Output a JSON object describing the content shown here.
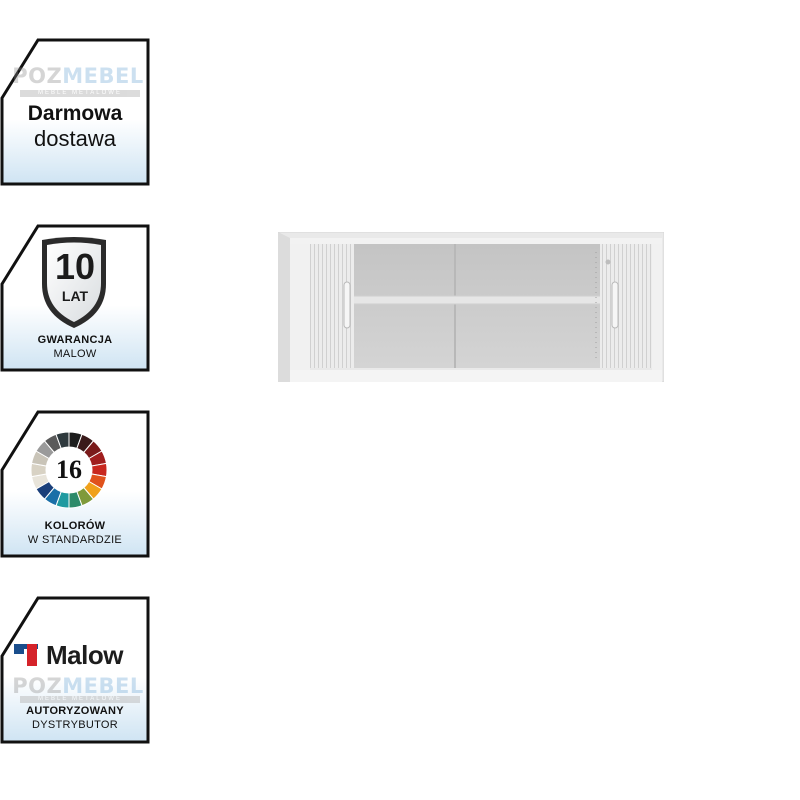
{
  "badges": {
    "delivery": {
      "watermark_a": "POZ",
      "watermark_b": "MEBEL",
      "watermark_sub": "MEBLE METALOWE",
      "line1": "Darmowa",
      "line2": "dostawa"
    },
    "warranty": {
      "number": "10",
      "unit": "LAT",
      "line1": "GWARANCJA",
      "line2": "MALOW"
    },
    "colors": {
      "number": "16",
      "line1": "KOLORÓW",
      "line2": "W STANDARDZIE",
      "palette": [
        "#1d1d1d",
        "#3a1a1a",
        "#7a1a1a",
        "#a01e1e",
        "#c8271e",
        "#e0521c",
        "#f0a11a",
        "#7f9a3a",
        "#2e8b6a",
        "#1f9aa0",
        "#1a6fa8",
        "#1a3f7a",
        "#e8e4da",
        "#d8d2c4",
        "#c9c4b8",
        "#9a9a9a",
        "#5a5a5a",
        "#2f3a3e"
      ]
    },
    "distributor": {
      "brand": "Malow",
      "watermark_a": "POZ",
      "watermark_b": "MEBEL",
      "watermark_sub": "MEBLE METALOWE",
      "line1": "AUTORYZOWANY",
      "line2": "DYSTRYBUTOR"
    }
  },
  "colors": {
    "badge_border": "#111111",
    "badge_gradient_top": "#ffffff",
    "badge_gradient_bottom": "#cfe4f3",
    "malow_red": "#d5232a",
    "malow_blue": "#1a4e8c",
    "cabinet_body": "#e6e6e6"
  }
}
